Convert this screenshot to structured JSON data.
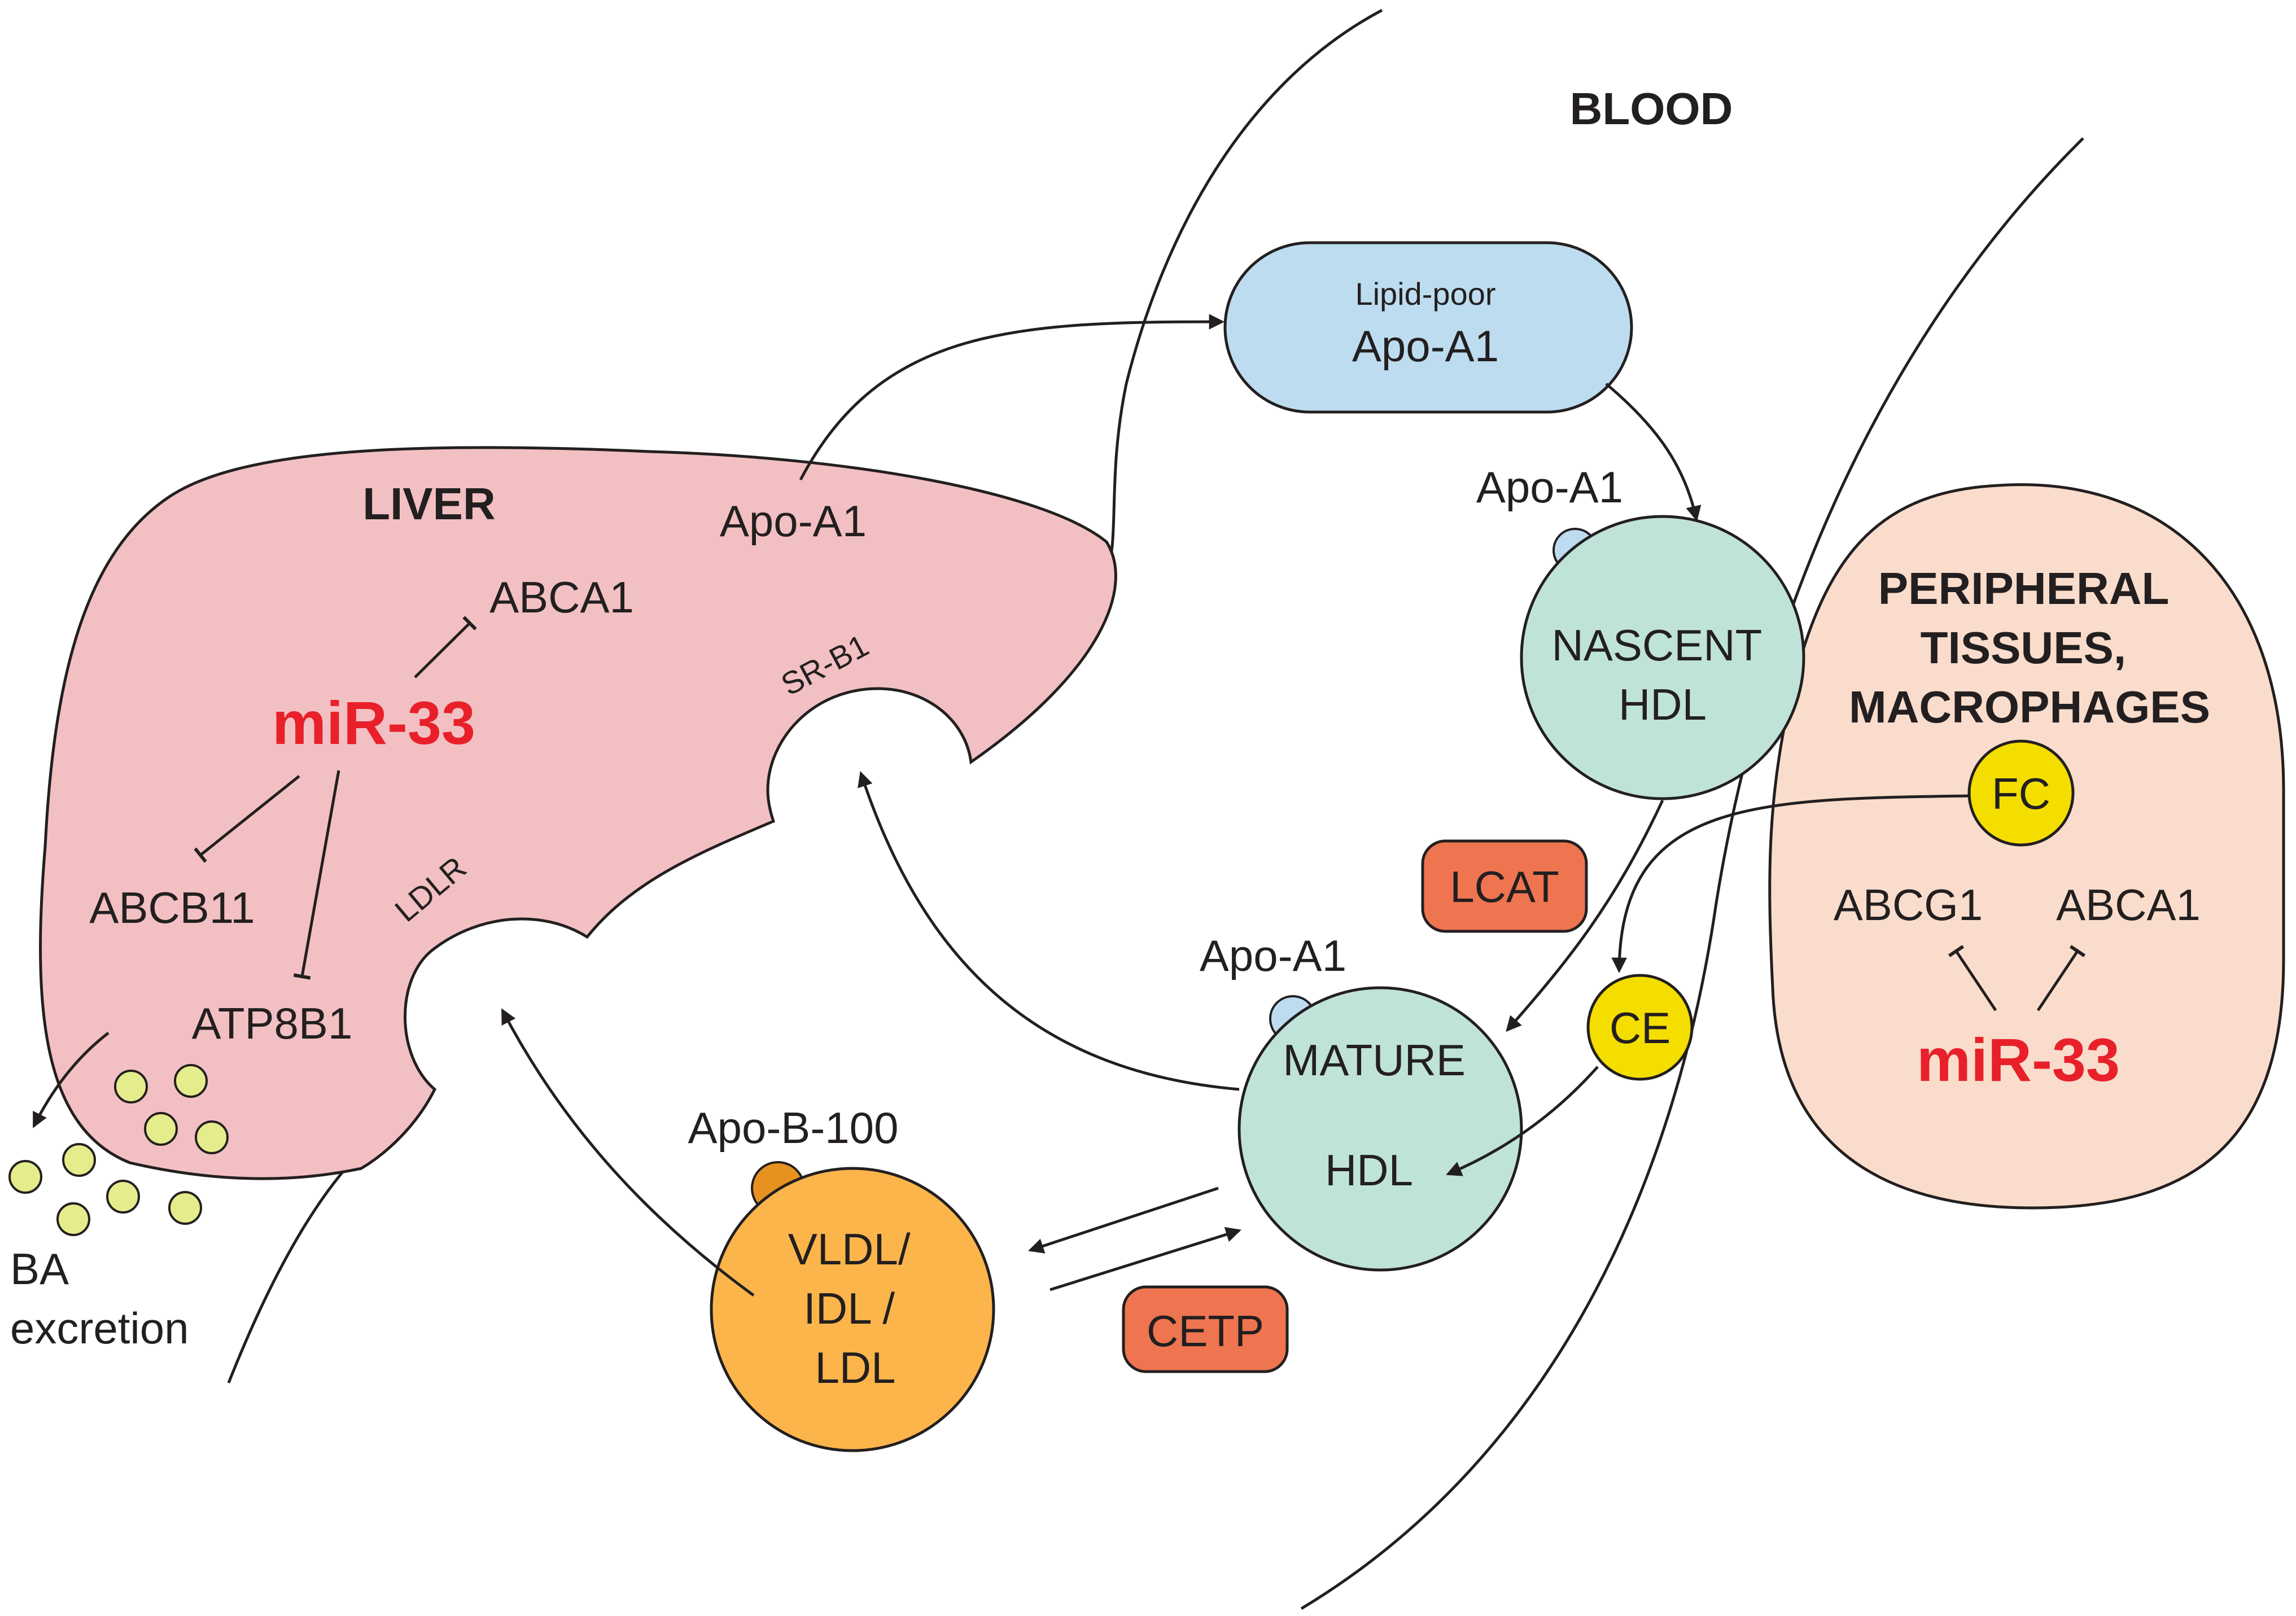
{
  "compartments": {
    "blood": "BLOOD",
    "liver": "LIVER",
    "peripheral": [
      "PERIPHERAL",
      "TISSUES,",
      "MACROPHAGES"
    ]
  },
  "liver": {
    "apo_a1": "Apo-A1",
    "abca1": "ABCA1",
    "mir33": "miR-33",
    "abcb11": "ABCB11",
    "atp8b1": "ATP8B1",
    "sr_b1": "SR-B1",
    "ldlr": "LDLR"
  },
  "excretion": [
    "BA",
    "excretion"
  ],
  "blood": {
    "lipid_poor_small": "Lipid-poor",
    "lipid_poor_main": "Apo-A1",
    "nascent_apo": "Apo-A1",
    "nascent_hdl": [
      "NASCENT",
      "HDL"
    ],
    "lcat": "LCAT",
    "ce": "CE",
    "mature_apo": "Apo-A1",
    "mature_hdl": [
      "MATURE",
      "HDL"
    ],
    "apo_b100": "Apo-B-100",
    "vldl": [
      "VLDL/",
      "IDL /",
      "LDL"
    ],
    "cetp": "CETP"
  },
  "peripheral": {
    "fc": "FC",
    "abcg1": "ABCG1",
    "abca1": "ABCA1",
    "mir33": "miR-33"
  },
  "colors": {
    "liver_fill": "#f2c0c2",
    "peripheral_fill": "#f9dccb",
    "lipid_poor_fill": "#bddcef",
    "hdl_fill": "#bfe3d9",
    "vldl_fill": "#fbb54b",
    "apo_b_fill": "#e7921f",
    "enzyme_fill": "#ee7550",
    "yellow_fill": "#f4de00",
    "ba_dot_fill": "#e5ec8b",
    "mir_red": "#e8202a"
  }
}
